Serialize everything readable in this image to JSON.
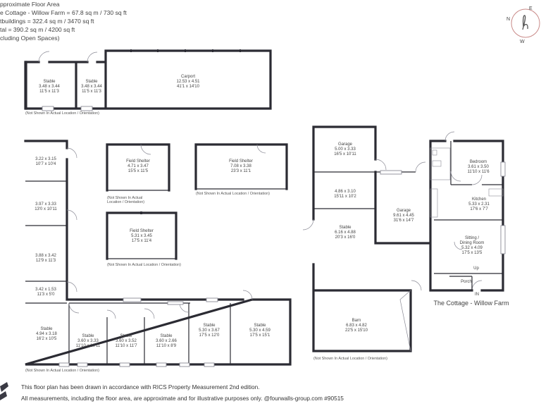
{
  "header": {
    "line1": "pproximate Floor Area",
    "line2": "e Cottage - Willow Farm = 67.8 sq m / 730 sq ft",
    "line3": "tbuildings = 322.4 sq m / 3470 sq ft",
    "line4": "tal = 390.2 sq m / 4200 sq ft",
    "line5": "cluding Open Spaces)"
  },
  "compass": {
    "n": "N",
    "e": "E",
    "w": "W",
    "logo_letter": "h"
  },
  "rooms": {
    "stable_a": {
      "name": "Stable",
      "metric": "3.48 x 3.44",
      "imperial": "11'5 x 11'3"
    },
    "stable_b": {
      "name": "Stable",
      "metric": "3.48 x 3.44",
      "imperial": "11'5 x 11'3"
    },
    "carport": {
      "name": "Carport",
      "metric": "12.53 x 4.51",
      "imperial": "41'1 x 14'10"
    },
    "left_1": {
      "metric": "3.22 x 3.15",
      "imperial": "10'7 x 10'4"
    },
    "left_2": {
      "metric": "3.97 x 3.33",
      "imperial": "13'0 x 10'11"
    },
    "left_3": {
      "metric": "3.88 x 3.42",
      "imperial": "12'9 x 11'3"
    },
    "left_4": {
      "metric": "3.42 x 1.53",
      "imperial": "11'3 x 5'0"
    },
    "fs1": {
      "name": "Field Shelter",
      "metric": "4.71 x 3.47",
      "imperial": "15'5 x 11'5"
    },
    "fs2": {
      "name": "Field Shelter",
      "metric": "7.08 x 3.38",
      "imperial": "23'3 x 11'1"
    },
    "fs3": {
      "name": "Field Shelter",
      "metric": "5.31 x 3.45",
      "imperial": "17'5 x 11'4"
    },
    "st1": {
      "name": "Stable",
      "metric": "4.94 x 3.18",
      "imperial": "16'2 x 10'5"
    },
    "st2": {
      "name": "Stable",
      "metric": "3.60 x 3.33",
      "imperial": "11'10 x 10'11"
    },
    "st3": {
      "name": "Stable",
      "metric": "3.60 x 3.52",
      "imperial": "11'10 x 11'7"
    },
    "st4": {
      "name": "Stable",
      "metric": "3.60 x 2.66",
      "imperial": "11'10 x 8'9"
    },
    "st5": {
      "name": "Stable",
      "metric": "5.30 x 3.67",
      "imperial": "17'5 x 12'0"
    },
    "st6": {
      "name": "Stable",
      "metric": "5.30 x 4.59",
      "imperial": "17'5 x 15'1"
    },
    "garage_top": {
      "name": "Garage",
      "metric": "5.00 x 3.33",
      "imperial": "16'5 x 10'11"
    },
    "room_mid": {
      "metric": "4.86 x 3.10",
      "imperial": "15'11 x 10'2"
    },
    "stable_c": {
      "name": "Stable",
      "metric": "6.16 x 4.88",
      "imperial": "20'3 x 16'0"
    },
    "garage_big": {
      "name": "Garage",
      "metric": "9.61 x 4.45",
      "imperial": "31'6 x 14'7"
    },
    "barn": {
      "name": "Barn",
      "metric": "6.83 x 4.82",
      "imperial": "22'5 x 15'10"
    },
    "bedroom": {
      "name": "Bedroom",
      "metric": "3.61 x 3.50",
      "imperial": "11'10 x 11'6"
    },
    "kitchen": {
      "name": "Kitchen",
      "metric": "5.33 x 2.31",
      "imperial": "17'6 x 7'7"
    },
    "sitting_l1": {
      "name": "Sitting /",
      "name2": "Dining Room",
      "metric": "5.32 x 4.09",
      "imperial": "17'5 x 13'5"
    },
    "porch": {
      "name": "Porch"
    },
    "up": "Up",
    "in": "IN"
  },
  "notes": {
    "not_shown": "(Not Shown In Actual Location / Orientation)",
    "not_shown_a": "(Not Shown In Actual",
    "not_shown_b": "Location / Orientation)"
  },
  "cottage_title": "The Cottage - Willow Farm",
  "footer": {
    "line1": "This floor plan has been drawn in accordance with RICS Property Measurement 2nd edition.",
    "line2": "All measurements, including the floor area, are approximate and for illustrative purposes only. @fourwalls-group.com #90515"
  }
}
